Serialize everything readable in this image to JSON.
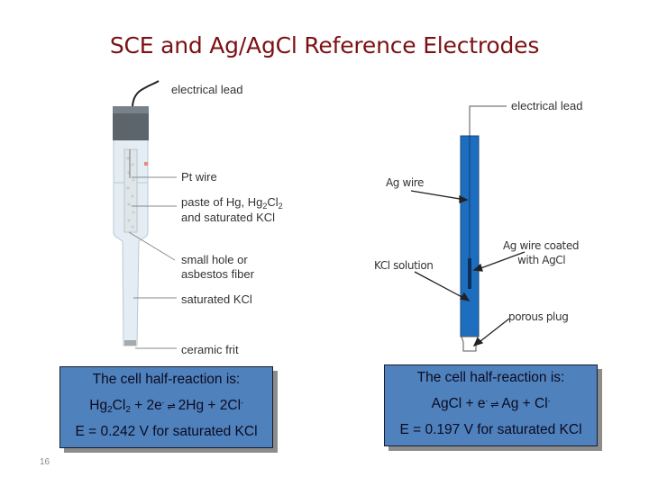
{
  "slide": {
    "title": "SCE and Ag/AgCl Reference Electrodes",
    "page_number": "16",
    "accent_color": "#7b1113",
    "box_color": "#4f81bd"
  },
  "sce_diagram": {
    "labels": {
      "electrical_lead": "electrical lead",
      "pt_wire": "Pt wire",
      "paste_line1_prefix": "paste of Hg, Hg",
      "paste_sub1": "2",
      "paste_mid": "Cl",
      "paste_sub2": "2",
      "paste_line2": "and saturated KCl",
      "hole_line1": "small hole or",
      "hole_line2": "asbestos fiber",
      "saturated_kcl": "saturated KCl",
      "ceramic_frit": "ceramic frit"
    },
    "box": {
      "heading": "The cell half-reaction is:",
      "reaction": {
        "a": "Hg",
        "a_sub1": "2",
        "b": "Cl",
        "b_sub": "2",
        "c": " + 2e",
        "c_sup": "-",
        "arrow": "⇌",
        "products": "2Hg + 2Cl",
        "products_sup": "-"
      },
      "potential": "E = 0.242 V for saturated KCl"
    }
  },
  "agagcl_diagram": {
    "labels": {
      "electrical_lead": "electrical lead",
      "ag_wire": "Ag wire",
      "coated_line1": "Ag wire coated",
      "coated_line2": "with AgCl",
      "kcl_solution": "KCl solution",
      "porous_plug": "porous plug"
    },
    "box": {
      "heading": "The cell half-reaction is:",
      "reaction": {
        "reactants": "AgCl + e",
        "reactants_sup": "-",
        "arrow": "⇌",
        "products": "Ag + Cl",
        "products_sup": "-"
      },
      "potential": "E = 0.197 V for saturated KCl"
    }
  }
}
